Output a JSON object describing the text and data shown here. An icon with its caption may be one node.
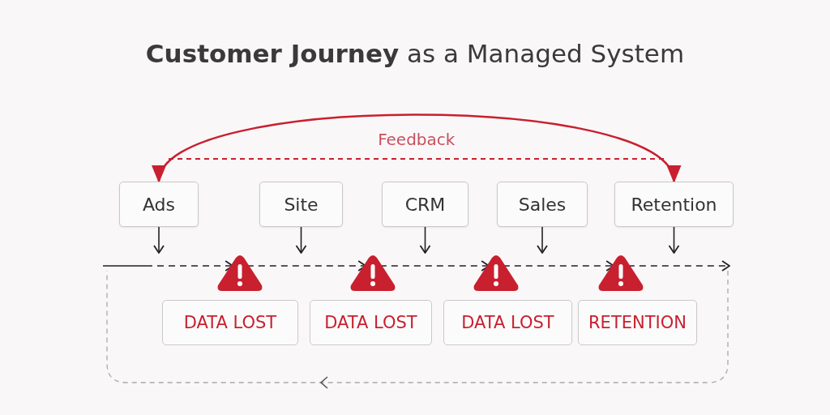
{
  "diagram": {
    "title": "**Customer Journey** as a Managed System",
    "nodes": [
      {
        "text": [
          "Ads"
        ]
      },
      {
        "text": [
          "Site"
        ]
      },
      {
        "text": [
          "CRM"
        ]
      },
      {
        "text": [
          "Sales"
        ]
      },
      {
        "text": [
          "Retention"
        ]
      },
      {
        "text": [],
        "shape": "triangle"
      },
      {
        "text": [],
        "shape": "triangle"
      },
      {
        "text": [],
        "shape": "triangle"
      },
      {
        "text": [],
        "shape": "triangle"
      },
      {
        "text": [
          "DATA LOST"
        ]
      },
      {
        "text": [
          "DATA LOST"
        ]
      },
      {
        "text": [
          "DATA LOST"
        ]
      },
      {
        "text": [
          "RETENTION"
        ]
      }
    ],
    "edges": [
      {
        "from": 4,
        "to": 0,
        "arrow": "both",
        "label": "Feedback",
        "color": "#c8202f"
      },
      {
        "from": 0,
        "to": null,
        "arrow": "to"
      },
      {
        "from": 1,
        "to": null,
        "arrow": "to"
      },
      {
        "from": 2,
        "to": null,
        "arrow": "to"
      },
      {
        "from": 3,
        "to": null,
        "arrow": "to"
      },
      {
        "from": 4,
        "to": null,
        "arrow": "to"
      },
      {
        "from": null,
        "to": 5,
        "arrow": "to",
        "style": "dashed"
      },
      {
        "from": 5,
        "to": 6,
        "arrow": "to",
        "style": "dashed"
      },
      {
        "from": 6,
        "to": 7,
        "arrow": "to",
        "style": "dashed"
      },
      {
        "from": 7,
        "to": 8,
        "arrow": "to",
        "style": "dashed"
      },
      {
        "from": 8,
        "to": null,
        "arrow": "to",
        "style": "dashed"
      }
    ]
  }
}
